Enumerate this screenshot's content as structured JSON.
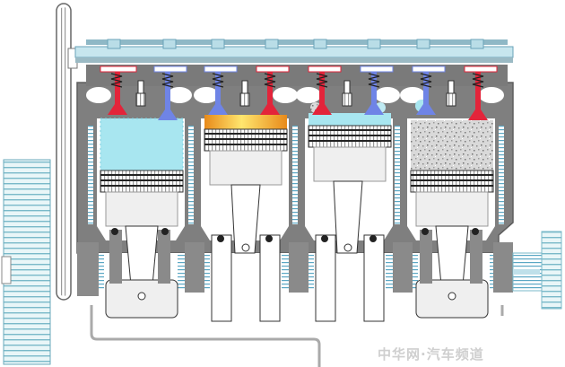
{
  "watermark": "中华网·汽车频道",
  "colors": {
    "block": "#7f7f7f",
    "block_dark": "#5e5e5e",
    "camshaft": "#c7e6ee",
    "intake_valve": "#6f84e6",
    "exhaust_valve": "#e3243a",
    "intake_charge": "#a8e6f0",
    "combustion": "#f4b32b",
    "exhaust_gas": "#c8c8c8",
    "coolant": "#a8e6f0",
    "piston": "#f1f1f1"
  },
  "cylinders": [
    {
      "id": "cylinder-1",
      "stroke": "intake"
    },
    {
      "id": "cylinder-2",
      "stroke": "power"
    },
    {
      "id": "cylinder-3",
      "stroke": "compression"
    },
    {
      "id": "cylinder-4",
      "stroke": "exhaust"
    }
  ]
}
